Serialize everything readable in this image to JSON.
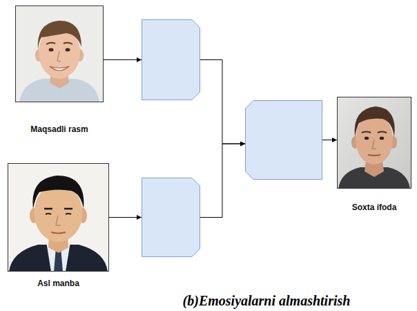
{
  "diagram": {
    "caption": "(b)Emosiyalarni almashtirish",
    "nodes": [
      {
        "text": [
          "Maqsadli rasm"
        ]
      },
      {
        "text": []
      },
      {
        "text": [
          "Asl manba"
        ]
      },
      {
        "text": []
      },
      {
        "text": []
      },
      {
        "text": [
          "Soxta ifoda"
        ]
      }
    ],
    "edges": [
      {
        "from": 0,
        "to": 1,
        "arrow": "to"
      },
      {
        "from": 2,
        "to": 3,
        "arrow": "to"
      },
      {
        "from": 1,
        "to": 4,
        "arrow": "to"
      },
      {
        "from": 3,
        "to": 4,
        "arrow": "to"
      },
      {
        "from": 4,
        "to": 5,
        "arrow": "to"
      }
    ]
  }
}
